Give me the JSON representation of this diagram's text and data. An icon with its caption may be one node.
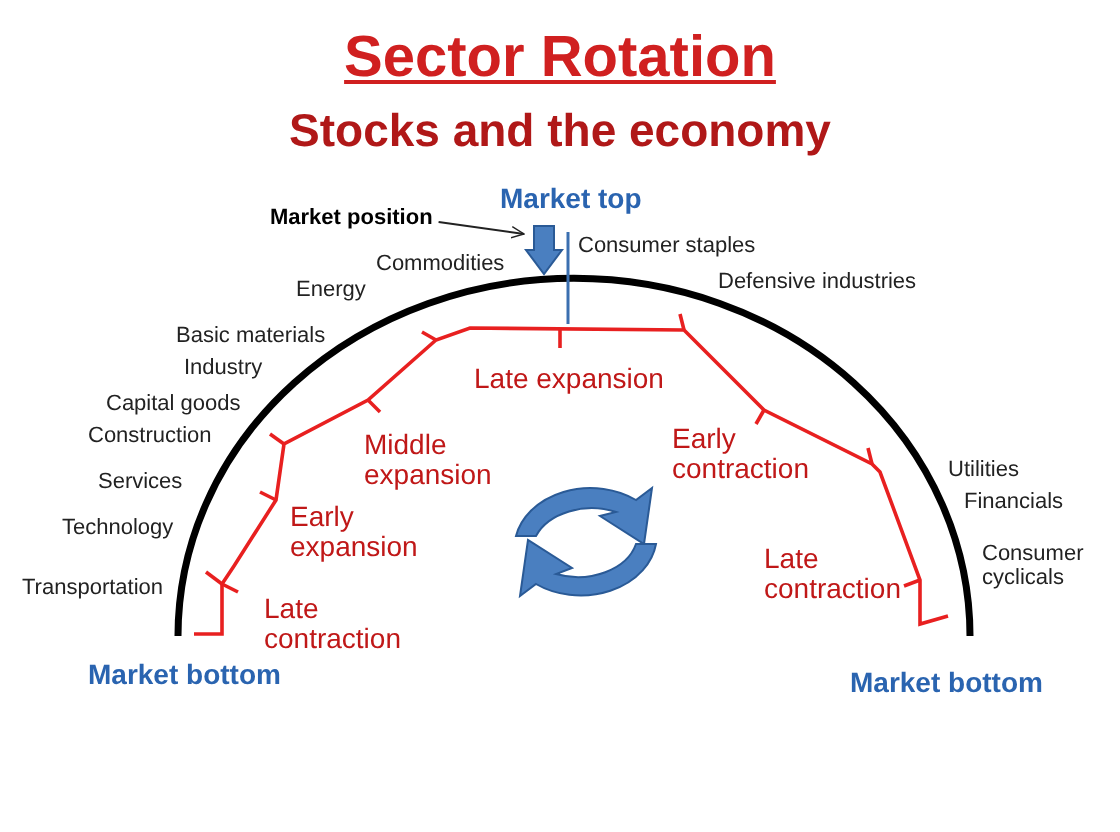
{
  "diagram": {
    "title": "Sector Rotation",
    "caption": "Stocks and the economy",
    "nodes": [
      {
        "text": [
          "Market position"
        ]
      },
      {
        "text": [],
        "shape": "arrow"
      }
    ],
    "edges": [
      {
        "from": 0,
        "to": 1,
        "arrow": "to"
      }
    ],
    "labels": [
      "Market top",
      "Consumer staples",
      "Commodities",
      "Defensive industries",
      "Energy",
      "Basic materials",
      "Industry",
      "Capital goods",
      "Construction",
      "Services",
      "Technology",
      "Transportation",
      "Utilities",
      "Financials",
      "Consumer cyclicals",
      "Late expansion",
      "Middle expansion",
      "Early contraction",
      "Early expansion",
      "Late contraction",
      "Late contraction",
      "Market bottom",
      "Market bottom"
    ]
  }
}
